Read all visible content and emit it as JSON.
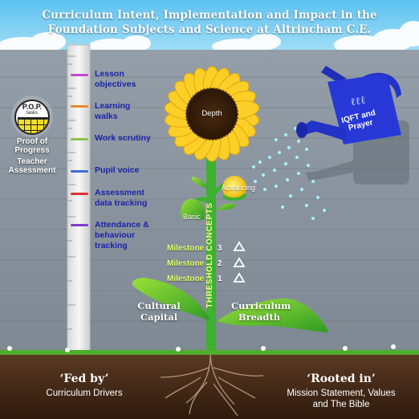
{
  "title": {
    "line1": "Curriculum Intent, Implementation and Impact in the",
    "line2": "Foundation Subjects and Science at Altrincham C.E."
  },
  "measure_items": [
    {
      "label": "Lesson objectives",
      "color": "#c24bd0"
    },
    {
      "label": "Learning walks",
      "color": "#e8882a"
    },
    {
      "label": "Work scrutiny",
      "color": "#8bc34a"
    },
    {
      "label": "Pupil voice",
      "color": "#3b6fd8"
    },
    {
      "label": "Assessment data tracking",
      "color": "#d93434"
    },
    {
      "label": "Attendance & behaviour tracking",
      "color": "#7b3fc9"
    }
  ],
  "pop": {
    "badge_top": "P.O.P.",
    "badge_bottom": "tasks",
    "label": "Proof of Progress",
    "teacher": "Teacher Assessment"
  },
  "flower": {
    "center": "Depth",
    "advancing": "Advancing",
    "basic": "Basic",
    "stem_label": "THRESHOLD CONCEPTS",
    "milestones": [
      {
        "label": "Milestone",
        "number": "3"
      },
      {
        "label": "Milestone",
        "number": "2"
      },
      {
        "label": "Milestone",
        "number": "1"
      }
    ],
    "left_leaf": "Cultural Capital",
    "right_leaf": "Curriculum Breadth"
  },
  "watering_can": {
    "text1": "IQFT and",
    "text2": "Prayer",
    "script": "ℓℓℓ"
  },
  "ground": {
    "left_heading": "‘Fed by’",
    "left_sub": "Curriculum Drivers",
    "right_heading": "‘Rooted in’",
    "right_sub_line1": "Mission Statement, Values",
    "right_sub_line2": "and The Bible"
  },
  "colors": {
    "sky": "#5fc0ee",
    "wall": "#8a96a0",
    "soil": "#4a2b17",
    "petal": "#f7c21a",
    "stem": "#34b02a",
    "can": "#2233c8",
    "label_blue": "#1b22a8"
  }
}
